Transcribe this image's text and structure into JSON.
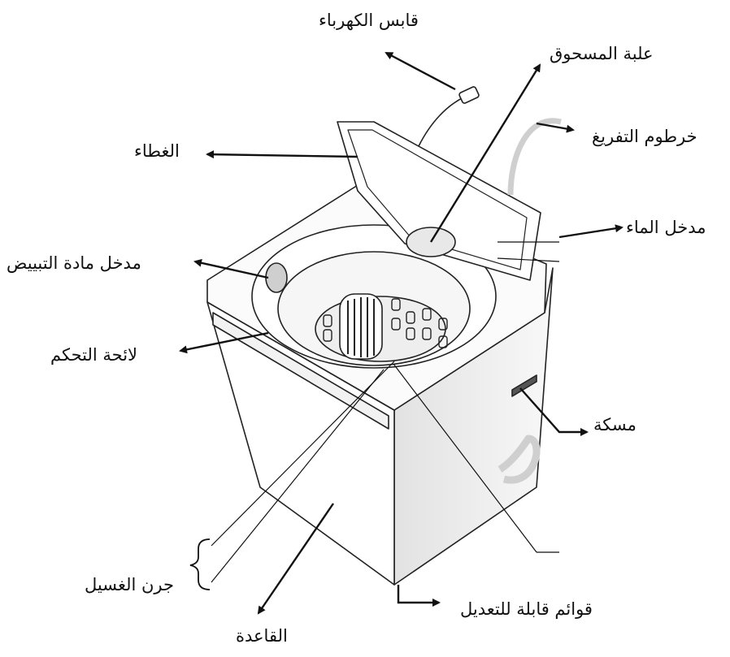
{
  "labels": {
    "power_plug": "قابس الكهرباء",
    "powder_box": "علبة المسحوق",
    "drain_hose": "خرطوم التفريغ",
    "lid": "الغطاء",
    "water_inlet": "مدخل الماء",
    "bleach_inlet": "مدخل مادة التبييض",
    "control_panel": "لائحة التحكم",
    "handle": "مسكة",
    "wash_tub": "جرن الغسيل",
    "adjustable_legs": "قوائم قابلة للتعديل",
    "base": "القاعدة"
  },
  "colors": {
    "ink": "#111111",
    "shade": "#dcdcdc",
    "side": "#ececec"
  }
}
